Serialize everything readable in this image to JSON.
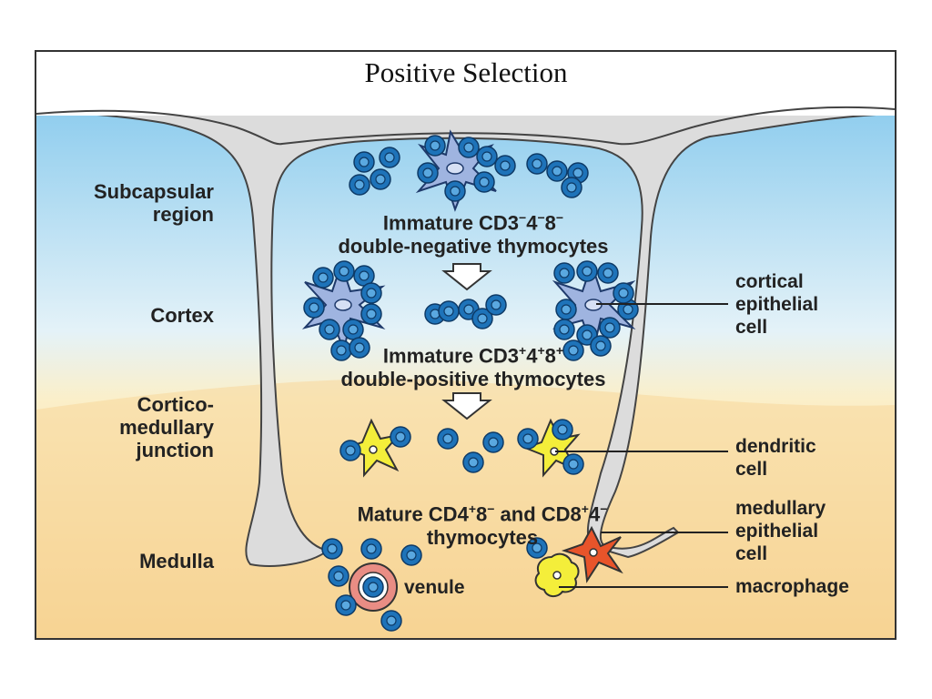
{
  "title": "Positive Selection",
  "regions": {
    "subcapsular": [
      "Subcapsular",
      "region"
    ],
    "cortex": "Cortex",
    "junction": [
      "Cortico-",
      "medullary",
      "junction"
    ],
    "medulla": "Medulla"
  },
  "stages": {
    "double_negative": {
      "prefix": "Immature CD3",
      "sup1": "−",
      "mid1": "4",
      "sup2": "−",
      "mid2": "8",
      "sup3": "−",
      "line2": "double-negative thymocytes"
    },
    "double_positive": {
      "prefix": "Immature CD3",
      "sup1": "+",
      "mid1": "4",
      "sup2": "+",
      "mid2": "8",
      "sup3": "+",
      "line2": "double-positive thymocytes"
    },
    "mature": {
      "prefix": "Mature CD4",
      "sup1": "+",
      "mid1": "8",
      "sup2": "−",
      "mid2": " and  CD8",
      "sup3": "+",
      "mid3": "4",
      "sup4": "−",
      "line2": "thymocytes"
    }
  },
  "callouts": {
    "cortical_epithelial": [
      "cortical",
      "epithelial",
      "cell"
    ],
    "dendritic": [
      "dendritic",
      "cell"
    ],
    "medullary_epithelial": [
      "medullary",
      "epithelial",
      "cell"
    ],
    "macrophage": "macrophage",
    "venule": "venule"
  },
  "colors": {
    "cortex_sky": "#8fcdee",
    "medulla_sand": "#f6cf8a",
    "capsule_gray": "#dcdcdc",
    "thymocyte_blue": "#1e73b9",
    "cortical_epithelial": "#9fb4e0",
    "dendritic_yellow": "#f4ee3a",
    "medullary_epithelial_red": "#e8542a",
    "venule_pink": "#e98d84"
  }
}
